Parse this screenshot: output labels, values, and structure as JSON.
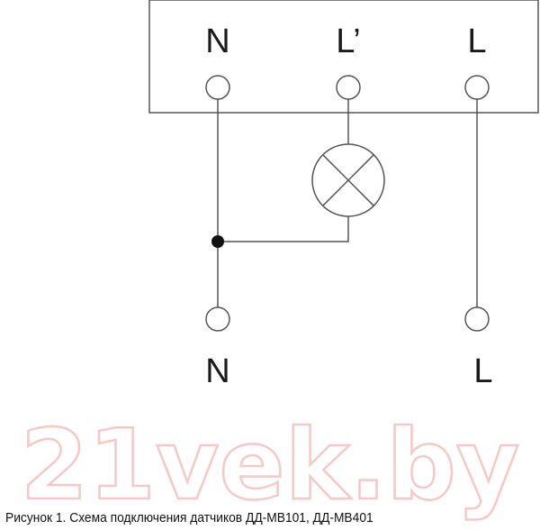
{
  "terminals": {
    "top_n": "N",
    "top_l_prime": "L’",
    "top_l": "L",
    "bottom_n": "N",
    "bottom_l": "L"
  },
  "watermark": "21vek.by",
  "caption": "Рисунок 1. Схема подключения датчиков ДД-МВ101, ДД-МВ401",
  "colors": {
    "line": "#555555",
    "text": "#1a1a1a",
    "watermark": "#f3c9c9"
  }
}
